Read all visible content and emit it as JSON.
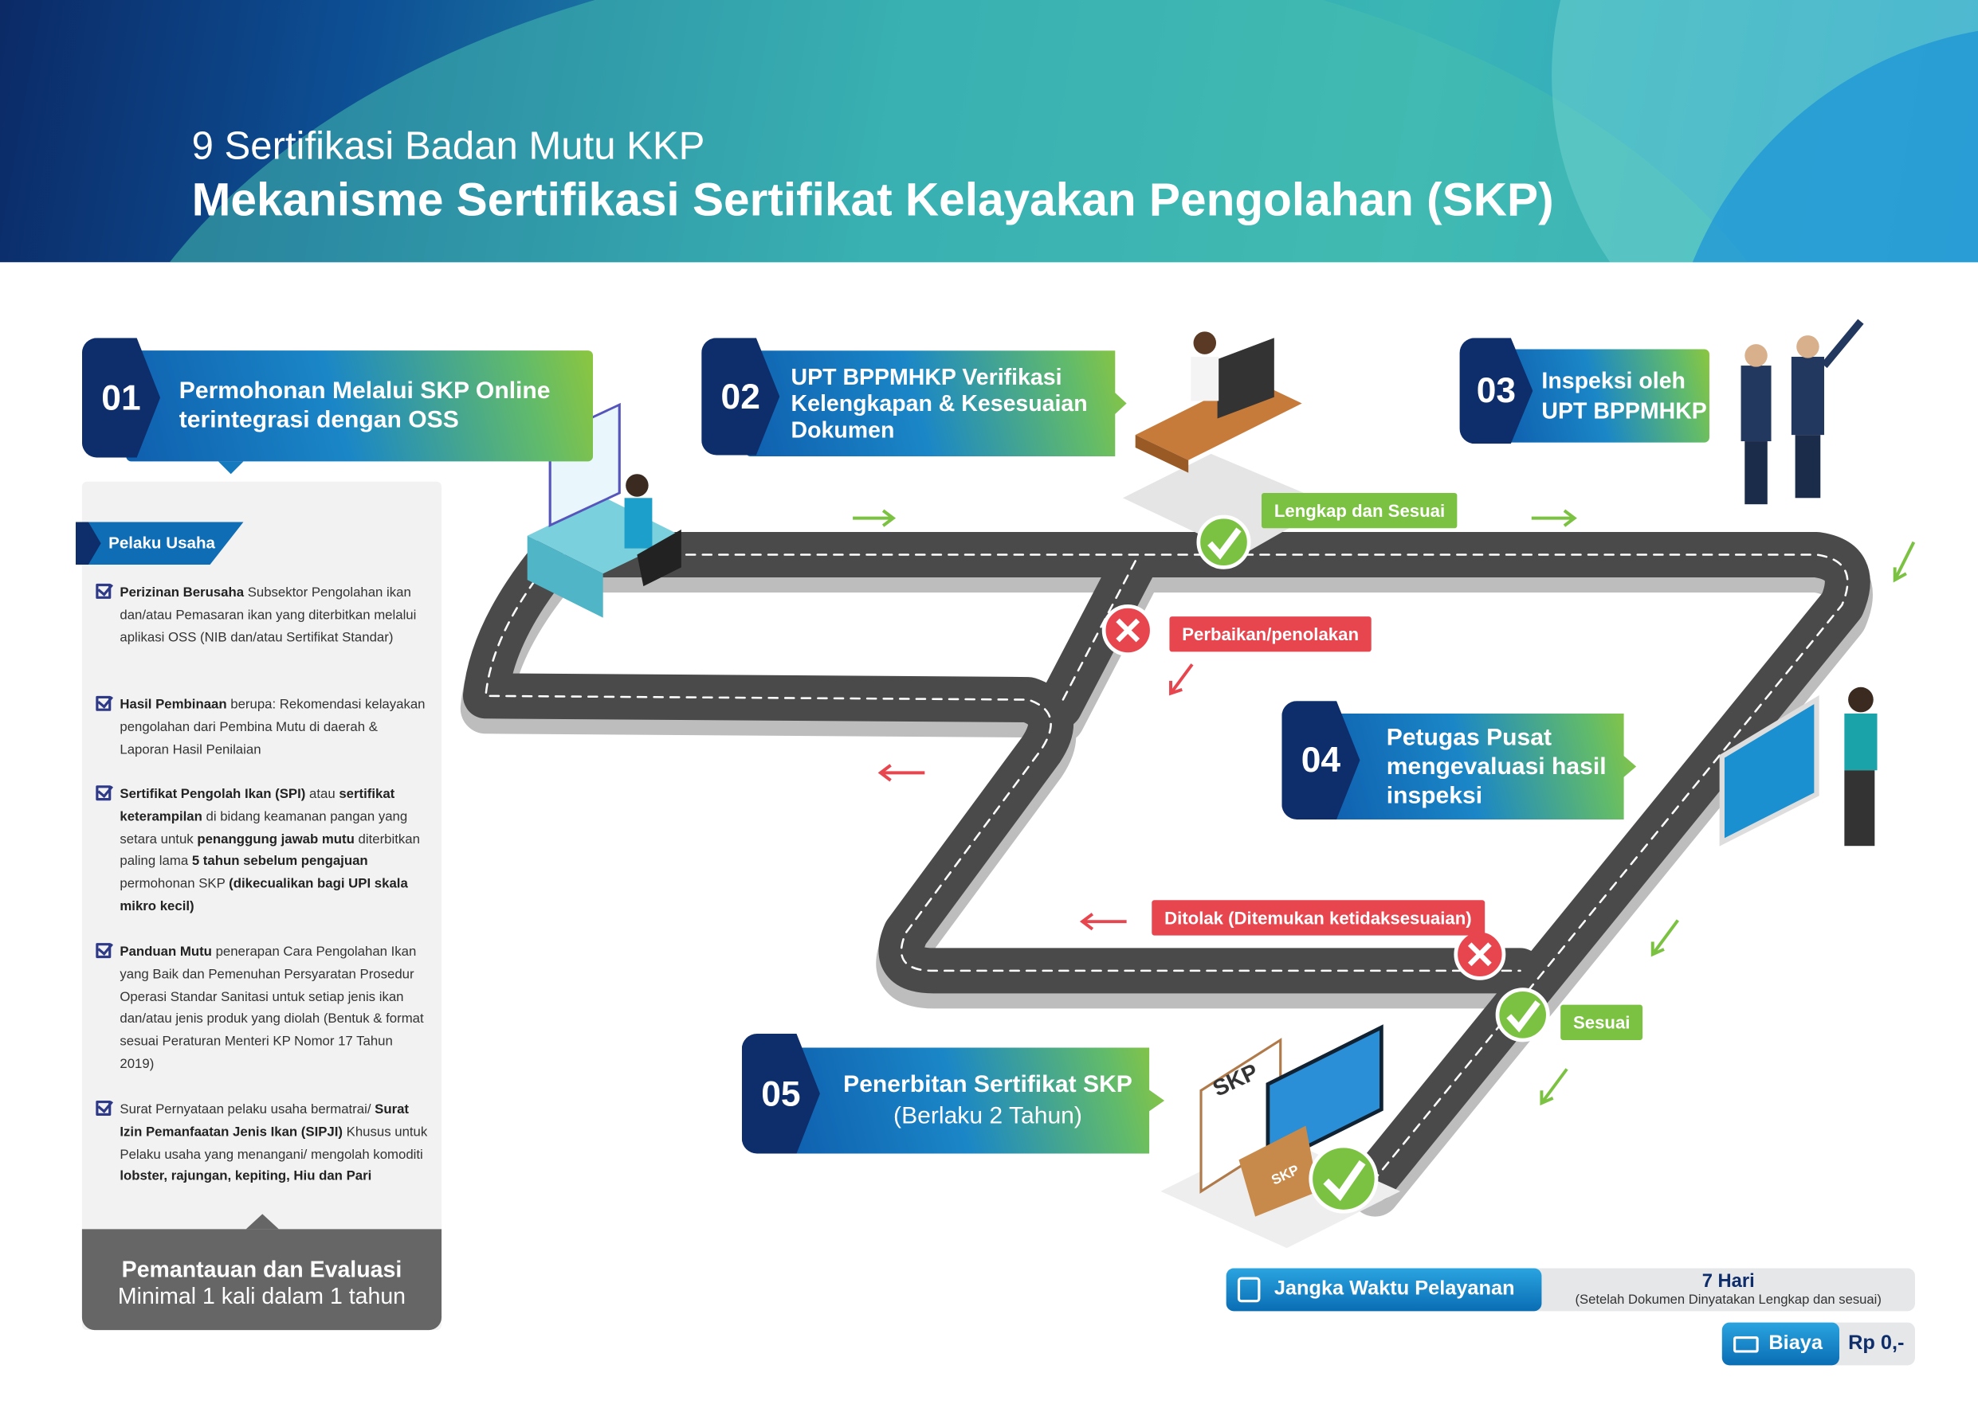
{
  "header": {
    "subtitle": "9 Sertifikasi Badan Mutu KKP",
    "title": "Mekanisme Sertifikasi Sertifikat Kelayakan Pengolahan (SKP)"
  },
  "steps": [
    {
      "num": "01",
      "lines": [
        "Permohonan Melalui SKP Online",
        "terintegrasi dengan OSS"
      ]
    },
    {
      "num": "02",
      "lines": [
        "UPT BPPMHKP Verifikasi",
        "Kelengkapan & Kesesuaian",
        "Dokumen"
      ]
    },
    {
      "num": "03",
      "lines": [
        "Inspeksi oleh",
        "UPT BPPMHKP"
      ]
    },
    {
      "num": "04",
      "lines": [
        "Petugas Pusat",
        "mengevaluasi hasil",
        "inspeksi"
      ]
    },
    {
      "num": "05",
      "lines": [
        "Penerbitan Sertifikat SKP",
        "(Berlaku 2 Tahun)"
      ]
    }
  ],
  "panel": {
    "title": "Pelaku Usaha",
    "requirements": [
      [
        {
          "b": "Perizinan Berusaha"
        },
        {
          "t": " Subsektor Pengolahan ikan dan/atau Pemasaran ikan yang diterbitkan melalui aplikasi OSS (NIB dan/atau Sertifikat Standar)"
        }
      ],
      [
        {
          "b": "Hasil Pembinaan"
        },
        {
          "t": " berupa: Rekomendasi kelayakan pengolahan dari Pembina Mutu di daerah & Laporan Hasil Penilaian"
        }
      ],
      [
        {
          "b": "Sertifikat Pengolah Ikan (SPI)"
        },
        {
          "t": " atau "
        },
        {
          "b": "sertifikat keterampilan"
        },
        {
          "t": " di bidang keamanan pangan yang setara untuk "
        },
        {
          "b": "penanggung jawab mutu"
        },
        {
          "t": " diterbitkan paling lama "
        },
        {
          "b": "5 tahun sebelum pengajuan"
        },
        {
          "t": " permohonan SKP "
        },
        {
          "b": "(dikecualikan bagi UPI skala mikro kecil)"
        }
      ],
      [
        {
          "b": "Panduan Mutu"
        },
        {
          "t": " penerapan Cara Pengolahan Ikan yang Baik dan Pemenuhan Persyaratan Prosedur Operasi Standar Sanitasi untuk setiap jenis ikan dan/atau jenis produk yang diolah (Bentuk & format sesuai Peraturan Menteri KP Nomor 17 Tahun 2019)"
        }
      ],
      [
        {
          "t": "Surat Pernyataan pelaku usaha bermatrai/ "
        },
        {
          "b": "Surat Izin Pemanfaatan Jenis Ikan (SIPJI)"
        },
        {
          "t": " Khusus untuk Pelaku usaha yang menangani/ mengolah komoditi "
        },
        {
          "b": "lobster, rajungan, kepiting, Hiu dan Pari"
        }
      ]
    ],
    "monev_title": "Pemantauan dan Evaluasi",
    "monev_sub": "Minimal 1 kali dalam 1 tahun"
  },
  "flow_labels": {
    "ok": "Lengkap dan Sesuai",
    "fix": "Perbaikan/penolakan",
    "reject": "Ditolak (Ditemukan ketidaksesuaian)",
    "pass": "Sesuai"
  },
  "illustration_text": {
    "skp1": "SKP",
    "skp2": "SKP"
  },
  "service": {
    "label": "Jangka Waktu Pelayanan",
    "value": "7 Hari",
    "note": "(Setelah Dokumen Dinyatakan Lengkap dan sesuai)",
    "icon": "calendar-clock-icon"
  },
  "cost": {
    "label": "Biaya",
    "value": "Rp 0,-",
    "icon": "money-icon"
  },
  "colors": {
    "navy": "#0e2d6b",
    "blue": "#0e6db5",
    "green": "#7cc242",
    "red": "#e8464f",
    "road": "#4a4a4a"
  }
}
